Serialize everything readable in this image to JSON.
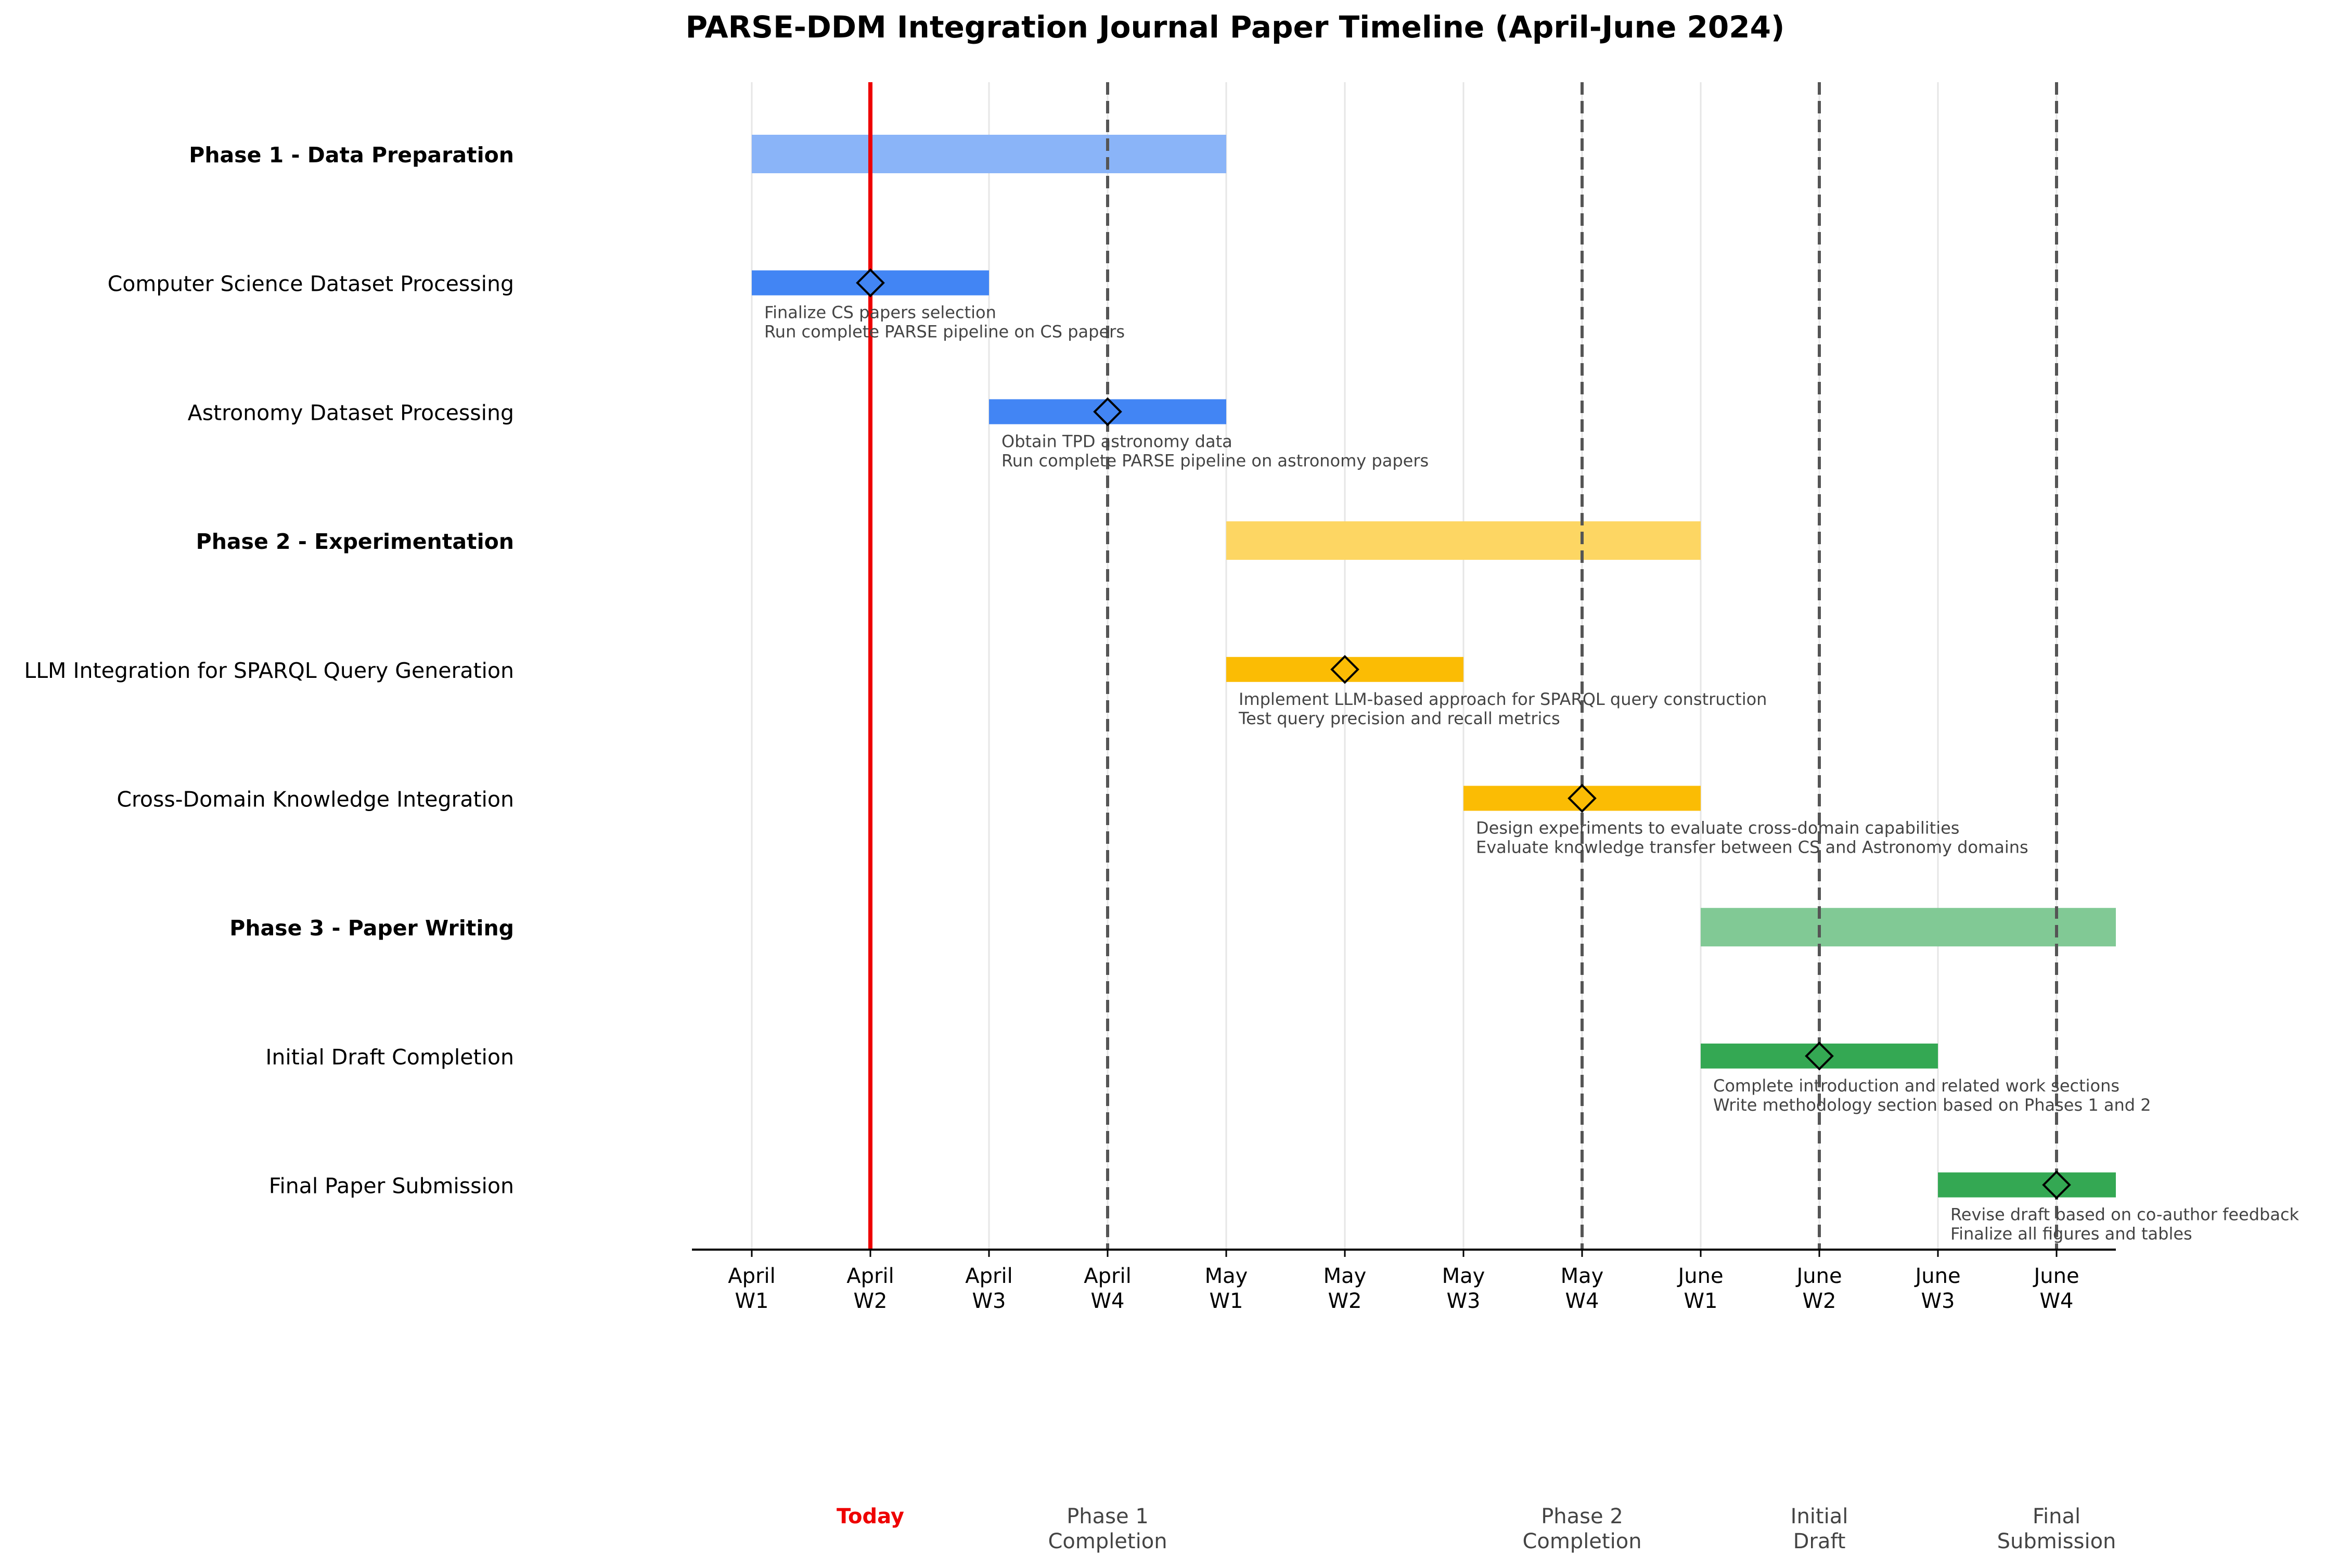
{
  "chart_data": {
    "type": "gantt",
    "title": "PARSE-DDM Integration Journal Paper Timeline (April-June 2024)",
    "x_ticks": [
      [
        "April",
        "W1"
      ],
      [
        "April",
        "W2"
      ],
      [
        "April",
        "W3"
      ],
      [
        "April",
        "W4"
      ],
      [
        "May",
        "W1"
      ],
      [
        "May",
        "W2"
      ],
      [
        "May",
        "W3"
      ],
      [
        "May",
        "W4"
      ],
      [
        "June",
        "W1"
      ],
      [
        "June",
        "W2"
      ],
      [
        "June",
        "W3"
      ],
      [
        "June",
        "W4"
      ]
    ],
    "xlim": [
      -0.5,
      11.5
    ],
    "grid": "vertical",
    "phases": [
      {
        "label": "Phase 1 - Data Preparation",
        "start": 0,
        "end": 4,
        "color": "#8ab4f8"
      },
      {
        "label": "Phase 2 - Experimentation",
        "start": 4,
        "end": 8,
        "color": "#fdd663"
      },
      {
        "label": "Phase 3 - Paper Writing",
        "start": 8,
        "end": 11.5,
        "color": "#81c995"
      }
    ],
    "rows": [
      {
        "label": "Phase 1 - Data Preparation",
        "kind": "phase",
        "phase": 0
      },
      {
        "label": "Computer Science Dataset Processing",
        "kind": "task",
        "start": 0,
        "end": 2,
        "milestone": 1,
        "color": "#4285f4",
        "notes": [
          "Finalize CS papers selection",
          "Run complete PARSE pipeline on CS papers"
        ]
      },
      {
        "label": "Astronomy Dataset Processing",
        "kind": "task",
        "start": 2,
        "end": 4,
        "milestone": 3,
        "color": "#4285f4",
        "notes": [
          "Obtain TPD astronomy data",
          "Run complete PARSE pipeline on astronomy papers"
        ]
      },
      {
        "label": "Phase 2 - Experimentation",
        "kind": "phase",
        "phase": 1
      },
      {
        "label": "LLM Integration for SPARQL Query Generation",
        "kind": "task",
        "start": 4,
        "end": 6,
        "milestone": 5,
        "color": "#fbbc04",
        "notes": [
          "Implement LLM-based approach for SPARQL query construction",
          "Test query precision and recall metrics"
        ]
      },
      {
        "label": "Cross-Domain Knowledge Integration",
        "kind": "task",
        "start": 6,
        "end": 8,
        "milestone": 7,
        "color": "#fbbc04",
        "notes": [
          "Design experiments to evaluate cross-domain capabilities",
          "Evaluate knowledge transfer between CS and Astronomy domains"
        ]
      },
      {
        "label": "Phase 3 - Paper Writing",
        "kind": "phase",
        "phase": 2
      },
      {
        "label": "Initial Draft Completion",
        "kind": "task",
        "start": 8,
        "end": 10,
        "milestone": 9,
        "color": "#34a853",
        "notes": [
          "Complete introduction and related work sections",
          "Write methodology section based on Phases 1 and 2"
        ]
      },
      {
        "label": "Final Paper Submission",
        "kind": "task",
        "start": 10,
        "end": 11.5,
        "milestone": 11,
        "color": "#34a853",
        "notes": [
          "Revise draft based on co-author feedback",
          "Finalize all figures and tables"
        ]
      }
    ],
    "today": {
      "x": 1,
      "label": "Today",
      "color": "#ee0000"
    },
    "milestone_lines": [
      {
        "x": 3,
        "label": [
          "Phase 1",
          "Completion"
        ]
      },
      {
        "x": 7,
        "label": [
          "Phase 2",
          "Completion"
        ]
      },
      {
        "x": 9,
        "label": [
          "Initial",
          "Draft"
        ]
      },
      {
        "x": 11,
        "label": [
          "Final",
          "Submission"
        ]
      }
    ]
  }
}
